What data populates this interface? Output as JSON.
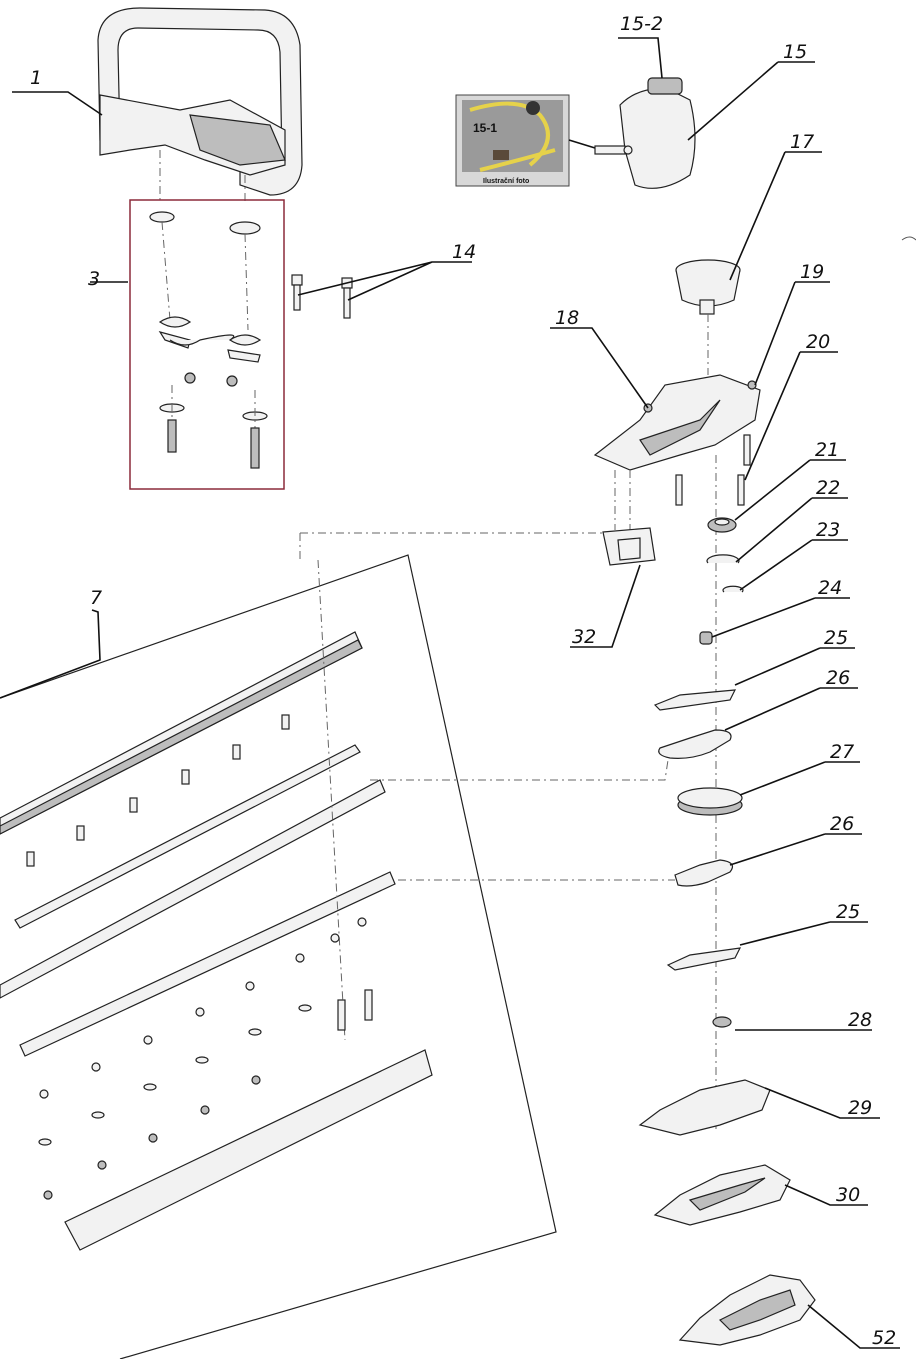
{
  "labels": {
    "p1": "1",
    "p3": "3",
    "p7": "7",
    "p14": "14",
    "p15": "15",
    "p15_2": "15-2",
    "p15_1": "15-1",
    "p17": "17",
    "p18": "18",
    "p19": "19",
    "p20": "20",
    "p21": "21",
    "p22": "22",
    "p23": "23",
    "p24": "24",
    "p25a": "25",
    "p26a": "26",
    "p27": "27",
    "p26b": "26",
    "p25b": "25",
    "p28": "28",
    "p29": "29",
    "p30": "30",
    "p32": "32",
    "p52": "52"
  },
  "photo": {
    "caption": "Ilustrační foto"
  },
  "colors": {
    "group_frame": "#8b2a3a",
    "line": "#111111",
    "part_fill": "#f2f2f2"
  }
}
